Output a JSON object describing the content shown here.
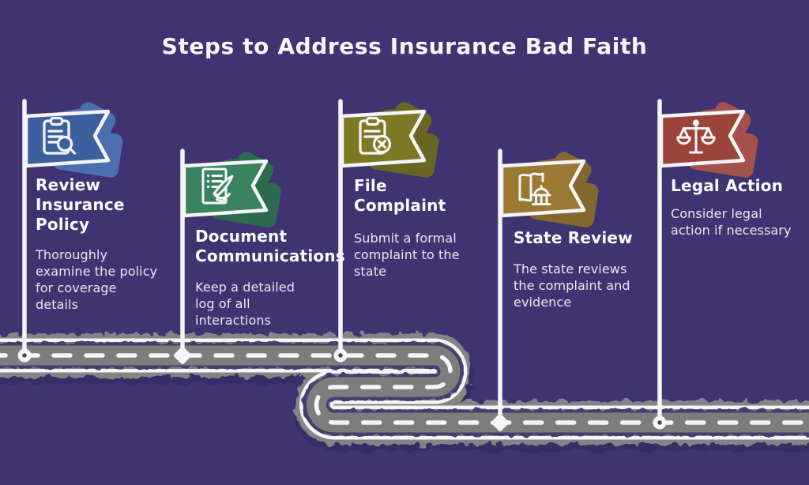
{
  "title": "Steps to Address Insurance Bad Faith",
  "colors": {
    "background": "#403372",
    "road_gray": "#7d7d7d",
    "line_white": "#f6f4f8",
    "text": "#ece7f4"
  },
  "steps": [
    {
      "step": 1,
      "title": "Review Insurance Policy",
      "description": "Thoroughly examine the policy for coverage details",
      "icon": "clipboard-magnifier-icon",
      "flag_color": "#3c5f9e",
      "splotch_color": "#4c73b3",
      "marker": "ring"
    },
    {
      "step": 2,
      "title": "Document Communications",
      "description": "Keep a detailed log of all interactions",
      "icon": "document-pen-icon",
      "flag_color": "#38825e",
      "splotch_color": "#2d6f4e",
      "marker": "diamond"
    },
    {
      "step": 3,
      "title": "File Complaint",
      "description": "Submit a formal complaint to the state",
      "icon": "clipboard-x-icon",
      "flag_color": "#7d7823",
      "splotch_color": "#6c681e",
      "marker": "ring"
    },
    {
      "step": 4,
      "title": "State Review",
      "description": "The state reviews the complaint and evidence",
      "icon": "map-capitol-icon",
      "flag_color": "#9a7a33",
      "splotch_color": "#876b2b",
      "marker": "diamond"
    },
    {
      "step": 5,
      "title": "Legal Action",
      "description": "Consider legal action if necessary",
      "icon": "scales-of-justice-icon",
      "flag_color": "#9b4439",
      "splotch_color": "#a95348",
      "marker": "ring"
    }
  ]
}
